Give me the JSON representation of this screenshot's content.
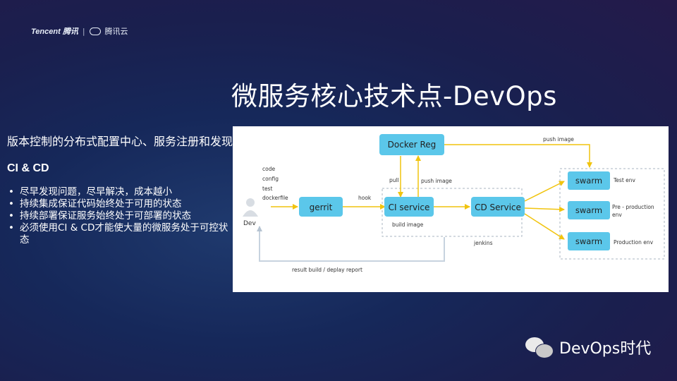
{
  "header": {
    "brand_text": "Tencent 腾讯",
    "brand_separator": "|",
    "cloud_text": "腾讯云"
  },
  "title": "微服务核心技术点-DevOps",
  "left": {
    "intro": "版本控制的分布式配置中心、服务注册和发现",
    "subtitle": "CI & CD",
    "bullets": [
      "尽早发现问题，尽早解决，成本越小",
      "持续集成保证代码始终处于可用的状态",
      "持续部署保证服务始终处于可部署的状态",
      "必须使用CI & CD才能使大量的微服务处于可控状态"
    ]
  },
  "diagram": {
    "dev_inputs": [
      "code",
      "config",
      "test",
      "dockerfile"
    ],
    "dev_label": "Dev",
    "nodes": {
      "gerrit": "gerrit",
      "ci": "CI service",
      "cd": "CD Service",
      "docker": "Docker Reg",
      "swarm1": "swarm",
      "swarm2": "swarm",
      "swarm3": "swarm"
    },
    "labels": {
      "hook": "hook",
      "pull": "pull",
      "push_image": "push image",
      "push_image_top": "push image",
      "build_image": "build image",
      "jenkins": "jenkins",
      "result": "result build / deplay report"
    },
    "env_labels": {
      "test": "Test env",
      "pre1": "Pre - production",
      "pre2": "env",
      "prod": "Production env"
    },
    "colors": {
      "box": "#5bc7ea",
      "arrow": "#f1c40f",
      "dash": "#aab4c0",
      "feedback": "#c7d3df"
    }
  },
  "footer": {
    "text": "DevOps时代",
    "wechat_icon": "wechat-icon"
  }
}
